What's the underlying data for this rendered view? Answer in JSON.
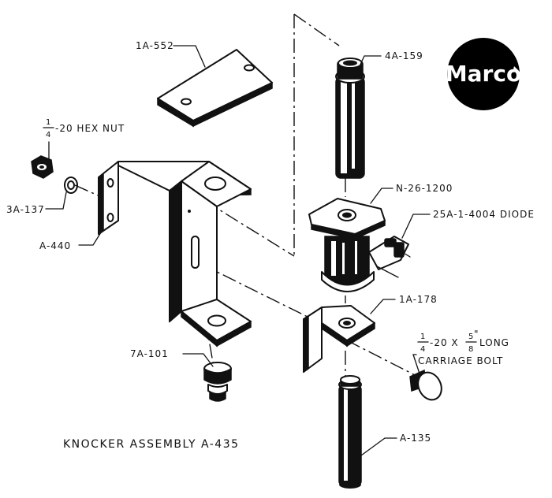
{
  "brand": {
    "logo_text": "Marco",
    "logo_bg": "#000000",
    "logo_fg": "#ffffff"
  },
  "title": "KNOCKER ASSEMBLY A-435",
  "parts": {
    "plate": "1A-552",
    "plunger_tip": "4A-159",
    "hex_nut_num": "1",
    "hex_nut_den": "4",
    "hex_nut_rest": "-20 HEX NUT",
    "washer": "3A-137",
    "bracket": "A-440",
    "coil": "N-26-1200",
    "diode": "25A-1-4004 DIODE",
    "coil_bracket": "1A-178",
    "grommet": "7A-101",
    "bolt_num1": "1",
    "bolt_den1": "4",
    "bolt_mid": "-20 X",
    "bolt_num2": "5",
    "bolt_den2": "8",
    "bolt_quote": "\"",
    "bolt_rest": "LONG",
    "bolt_line2": "CARRIAGE BOLT",
    "plunger": "A-135"
  }
}
